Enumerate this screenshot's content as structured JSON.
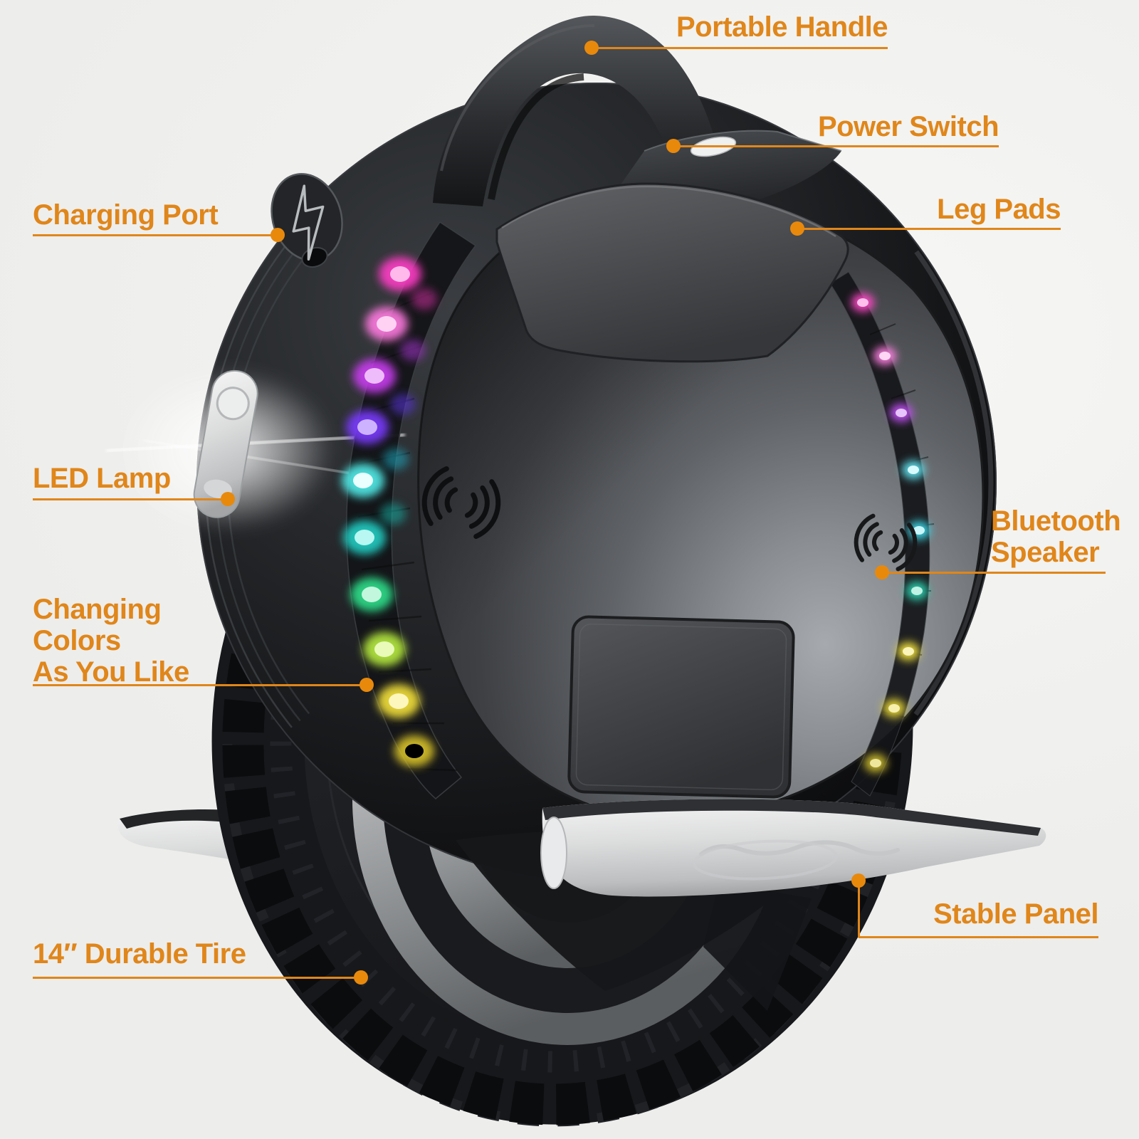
{
  "accent_color": "#E0861A",
  "background_color": "#F0F0EE",
  "callouts": {
    "portable_handle": {
      "label": "Portable Handle"
    },
    "power_switch": {
      "label": "Power Switch"
    },
    "leg_pads": {
      "label": "Leg Pads"
    },
    "charging_port": {
      "label": "Charging Port"
    },
    "led_lamp": {
      "label": "LED Lamp"
    },
    "changing_colors": {
      "label": "Changing\nColors\nAs You Like"
    },
    "bluetooth_speaker": {
      "label": "Bluetooth\nSpeaker"
    },
    "stable_panel": {
      "label": "Stable Panel"
    },
    "durable_tire": {
      "label": "14″ Durable Tire"
    }
  },
  "icons": {
    "charging_port_icon": "lightning-bolt",
    "bluetooth_speaker_icon": "sound-wave-arcs",
    "power_switch_icon": "oval-button",
    "callout_marker": "dot-and-line"
  }
}
